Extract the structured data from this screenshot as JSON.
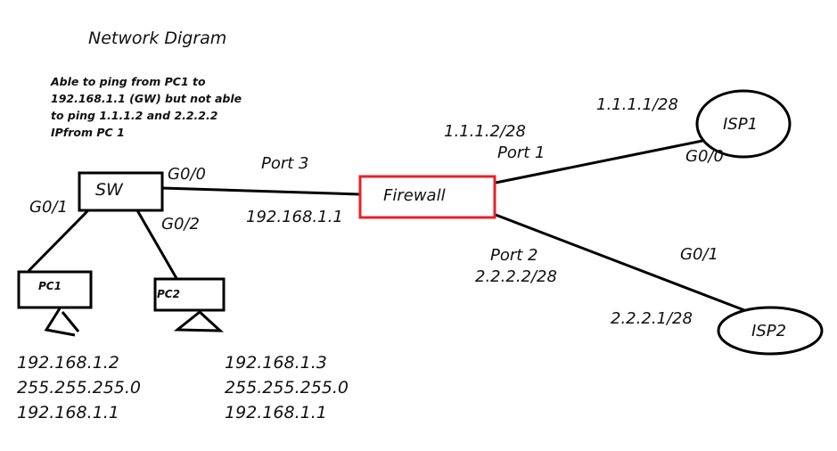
{
  "title": "Network Digram",
  "note": [
    "Able to ping from PC1 to",
    "192.168.1.1 (GW) but not able",
    "to ping 1.1.1.2 and 2.2.2.2",
    "IPfrom PC 1"
  ],
  "colors": {
    "firewall_border": "#e8202a",
    "line": "#000000"
  },
  "nodes": {
    "switch": {
      "label": "SW"
    },
    "firewall": {
      "label": "Firewall"
    },
    "isp1": {
      "label": "ISP1"
    },
    "isp2": {
      "label": "ISP2"
    },
    "pc1": {
      "label": "PC1",
      "ip": "192.168.1.2",
      "mask": "255.255.255.0",
      "gateway": "192.168.1.1"
    },
    "pc2": {
      "label": "PC2",
      "ip": "192.168.1.3",
      "mask": "255.255.255.0",
      "gateway": "192.168.1.1"
    }
  },
  "labels": {
    "sw_g00": "G0/0",
    "sw_g01": "G0/1",
    "sw_g02": "G0/2",
    "fw_port3": "Port 3",
    "fw_port3_ip": "192.168.1.1",
    "fw_port1_ip": "1.1.1.2/28",
    "fw_port1": "Port 1",
    "isp1_ip": "1.1.1.1/28",
    "isp1_g00": "G0/0",
    "fw_port2": "Port 2",
    "fw_port2_ip": "2.2.2.2/28",
    "isp2_g01": "G0/1",
    "isp2_ip": "2.2.2.1/28"
  }
}
